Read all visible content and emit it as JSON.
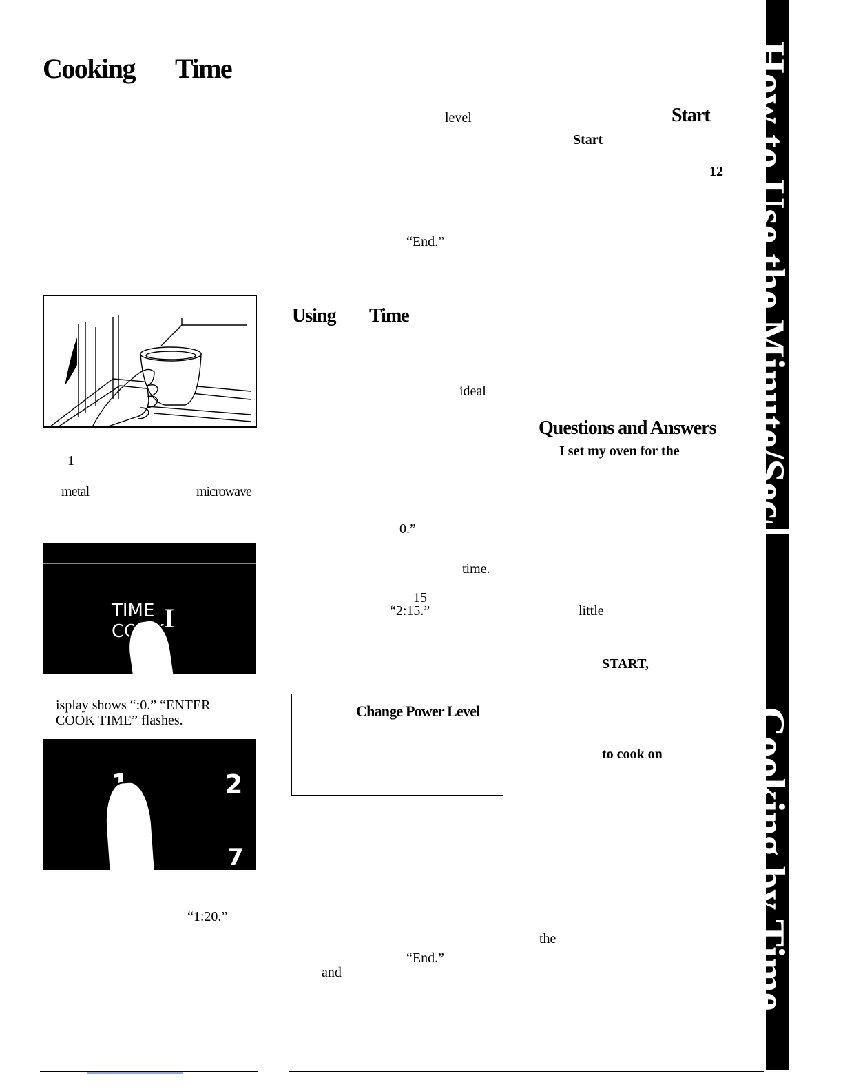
{
  "page": {
    "title_word1": "Cooking",
    "title_word2": "Time"
  },
  "right_column": {
    "level_text": "level",
    "start_heading": "Start",
    "start_text": "Start",
    "twelve": "12",
    "end_text_1": "“End.”",
    "using_word": "Using",
    "using_time": "Time",
    "ideal_text": "ideal",
    "questions_heading": "Questions and Answers",
    "question_text": "I set my oven for the",
    "zero_text": "0.”",
    "time_text": "time.",
    "fifteen": "15",
    "two_fifteen": "“2:15.”",
    "little_text": "little",
    "start_caps": "START,",
    "change_power_level": "Change Power Level",
    "to_cook_on": "to cook on",
    "the_text": "the",
    "end_text_2": "“End.”",
    "and_text": "and"
  },
  "left_column": {
    "one": "1",
    "metal_text": "metal",
    "microwave_text": "microwave",
    "display_line1": "isplay shows “:0.” “ENTER",
    "display_line2": "COOK TIME” flashes.",
    "one_twenty": "“1:20.”"
  },
  "time_cook_pad": {
    "line1": "TIME",
    "line2": "COOK",
    "indicator": "I"
  },
  "number_pad": {
    "keys": [
      "1",
      "2",
      "7"
    ]
  },
  "sidebar": {
    "tab1_text": "How to Use the Minute/Second Timer",
    "tab2_text": "Cooking by Time"
  },
  "colors": {
    "ink": "#000000",
    "paper": "#ffffff"
  }
}
